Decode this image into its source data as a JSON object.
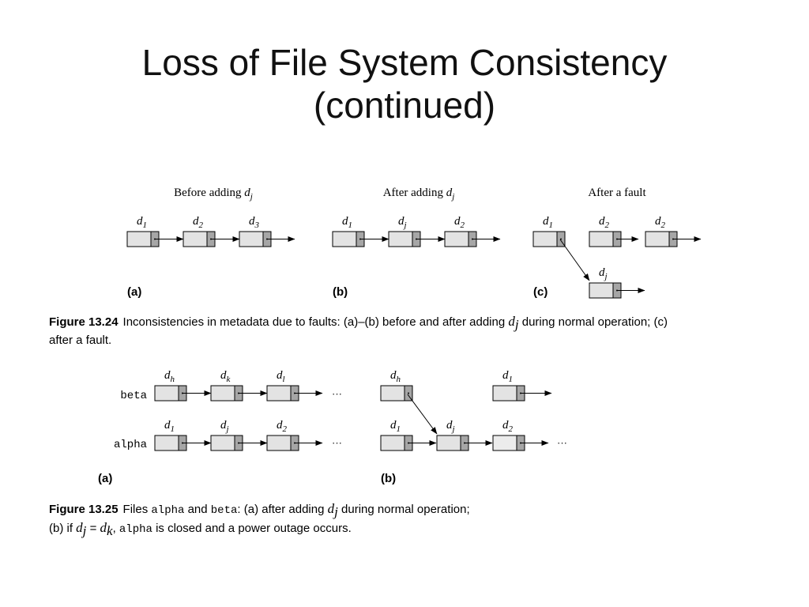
{
  "slide": {
    "title_line1": "Loss of File System Consistency",
    "title_line2": "(continued)"
  },
  "figure_1324": {
    "panel_a": {
      "heading": "Before adding ",
      "heading_var": "d",
      "heading_sub": "j",
      "tag": "(a)",
      "blocks": [
        {
          "var": "d",
          "sub": "1"
        },
        {
          "var": "d",
          "sub": "2"
        },
        {
          "var": "d",
          "sub": "3"
        }
      ]
    },
    "panel_b": {
      "heading": "After adding ",
      "heading_var": "d",
      "heading_sub": "j",
      "tag": "(b)",
      "blocks": [
        {
          "var": "d",
          "sub": "1"
        },
        {
          "var": "d",
          "sub": "j"
        },
        {
          "var": "d",
          "sub": "2"
        }
      ]
    },
    "panel_c": {
      "heading": "After a fault",
      "tag": "(c)",
      "blocks": [
        {
          "var": "d",
          "sub": "1"
        },
        {
          "var": "d",
          "sub": "2"
        },
        {
          "var": "d",
          "sub": "2"
        },
        {
          "var": "d",
          "sub": "j"
        }
      ]
    },
    "caption": {
      "label": "Figure 13.24",
      "text_1": "Inconsistencies in metadata due to faults: (a)–(b) before and after adding ",
      "var": "d",
      "sub": "j",
      "text_2": " during normal operation; (c)",
      "text_3": "after a fault."
    }
  },
  "figure_1325": {
    "panel_a": {
      "tag": "(a)",
      "row_beta": {
        "label": "beta",
        "blocks": [
          {
            "var": "d",
            "sub": "h"
          },
          {
            "var": "d",
            "sub": "k"
          },
          {
            "var": "d",
            "sub": "l"
          }
        ],
        "ellipsis": "···"
      },
      "row_alpha": {
        "label": "alpha",
        "blocks": [
          {
            "var": "d",
            "sub": "1"
          },
          {
            "var": "d",
            "sub": "j"
          },
          {
            "var": "d",
            "sub": "2"
          }
        ],
        "ellipsis": "···"
      }
    },
    "panel_b": {
      "tag": "(b)",
      "top_blocks": [
        {
          "var": "d",
          "sub": "h"
        },
        {
          "var": "d",
          "sub": "1"
        }
      ],
      "bottom_blocks": [
        {
          "var": "d",
          "sub": "1"
        },
        {
          "var": "d",
          "sub": "j"
        },
        {
          "var": "d",
          "sub": "2"
        }
      ],
      "ellipsis": "···"
    },
    "caption": {
      "label": "Figure 13.25",
      "t1": "Files ",
      "code_alpha": "alpha",
      "t2": " and ",
      "code_beta": "beta",
      "t3": ": (a) after adding ",
      "var": "d",
      "sub": "j",
      "t4": " during normal operation;",
      "t5": "(b) if ",
      "eq_var1": "d",
      "eq_sub1": "j",
      "eq_op": " = ",
      "eq_var2": "d",
      "eq_sub2": "k",
      "t6": ", ",
      "code_alpha2": "alpha",
      "t7": " is closed and a power outage occurs."
    }
  },
  "colors": {
    "block_fill": "#e3e3e3",
    "pointer_fill": "#a6a6a6",
    "stroke": "#000000"
  }
}
